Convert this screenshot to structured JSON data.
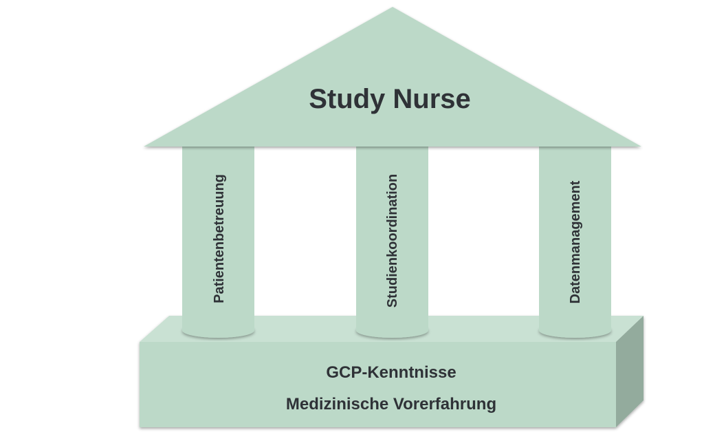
{
  "roof": {
    "title": "Study Nurse"
  },
  "pillars": [
    {
      "label": "Patientenbetreuung"
    },
    {
      "label": "Studienkoordination"
    },
    {
      "label": "Datenmanagement"
    }
  ],
  "foundation": {
    "line1": "GCP-Kenntnisse",
    "line2": "Medizinische Vorerfahrung"
  },
  "colors": {
    "fill": "#bcd9c8",
    "fill_light": "#c9e1d3",
    "fill_dark": "#93ab9d",
    "text": "#2f3237"
  }
}
